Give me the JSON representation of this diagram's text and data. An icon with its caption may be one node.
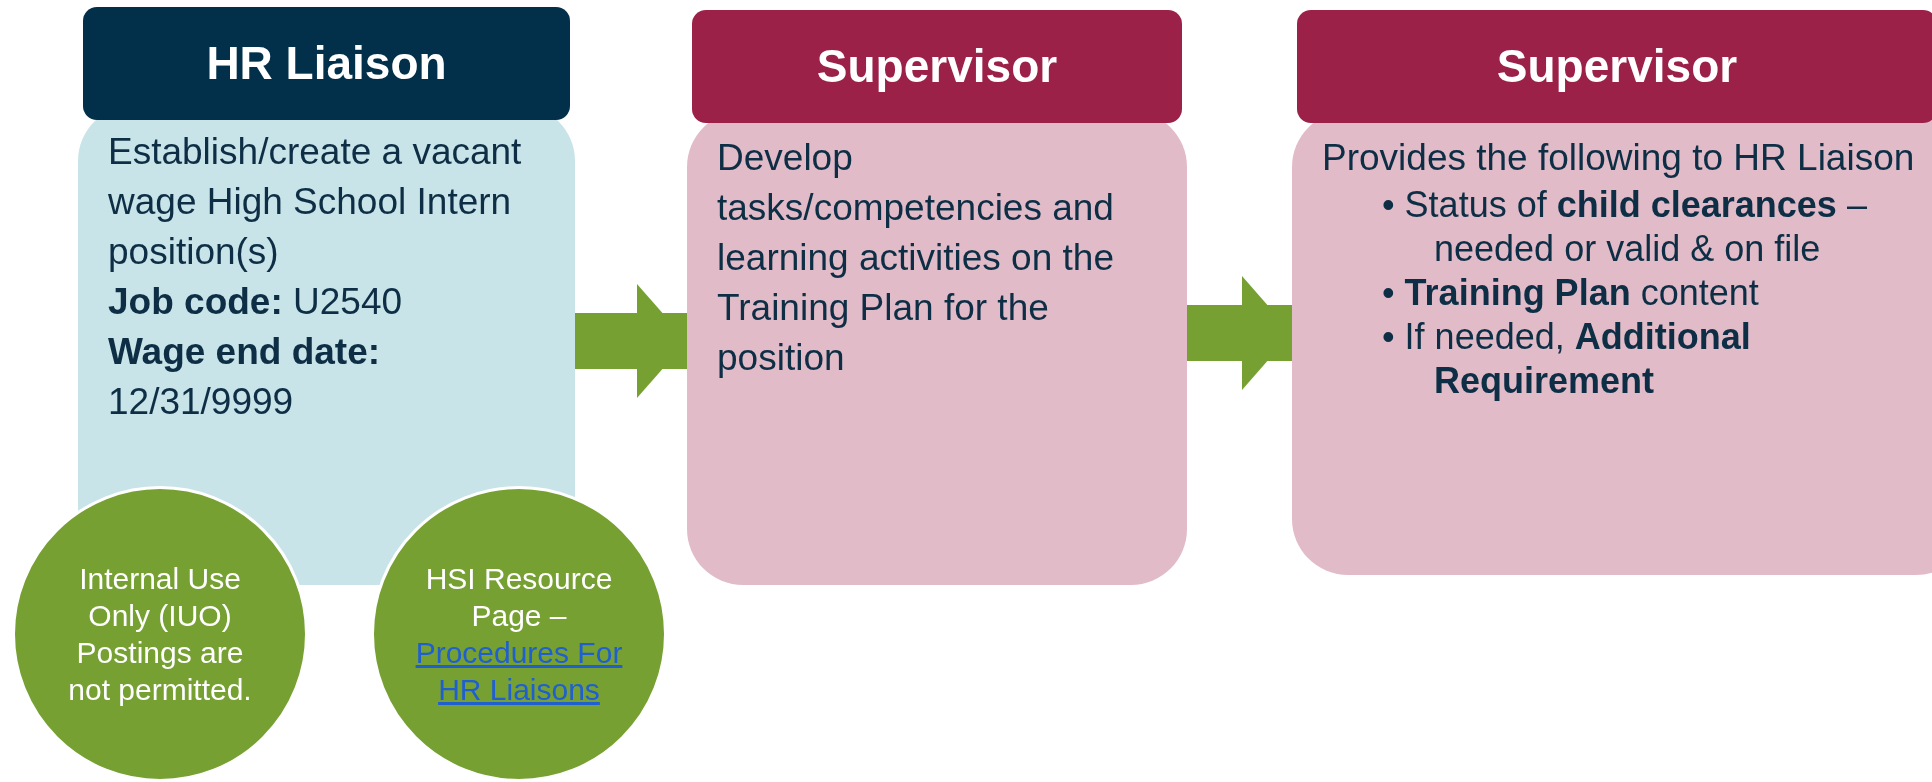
{
  "diagram": {
    "nodes": [
      {
        "text": [
          "HR Liaison",
          "Establish/create a vacant wage High School Intern position(s)",
          "**Job code:** U2540",
          "**Wage end date:** 12/31/9999"
        ]
      },
      {
        "text": [
          "Supervisor",
          "Develop tasks/competencies and learning activities on the Training Plan for the position"
        ]
      },
      {
        "text": [
          "Supervisor",
          "Provides the following to HR Liaison",
          "• Status of **child clearances** – needed or valid & on file",
          "• **Training Plan** content",
          "• If needed, **Additional Requirement**"
        ]
      },
      {
        "text": [
          "Internal Use Only (IUO) Postings are not permitted."
        ]
      },
      {
        "text": [
          "HSI Resource Page –",
          "Procedures For HR Liaisons"
        ]
      }
    ],
    "edges": [
      {
        "from": 0,
        "to": 1,
        "arrow": "to"
      },
      {
        "from": 1,
        "to": 2,
        "arrow": "to"
      }
    ]
  }
}
